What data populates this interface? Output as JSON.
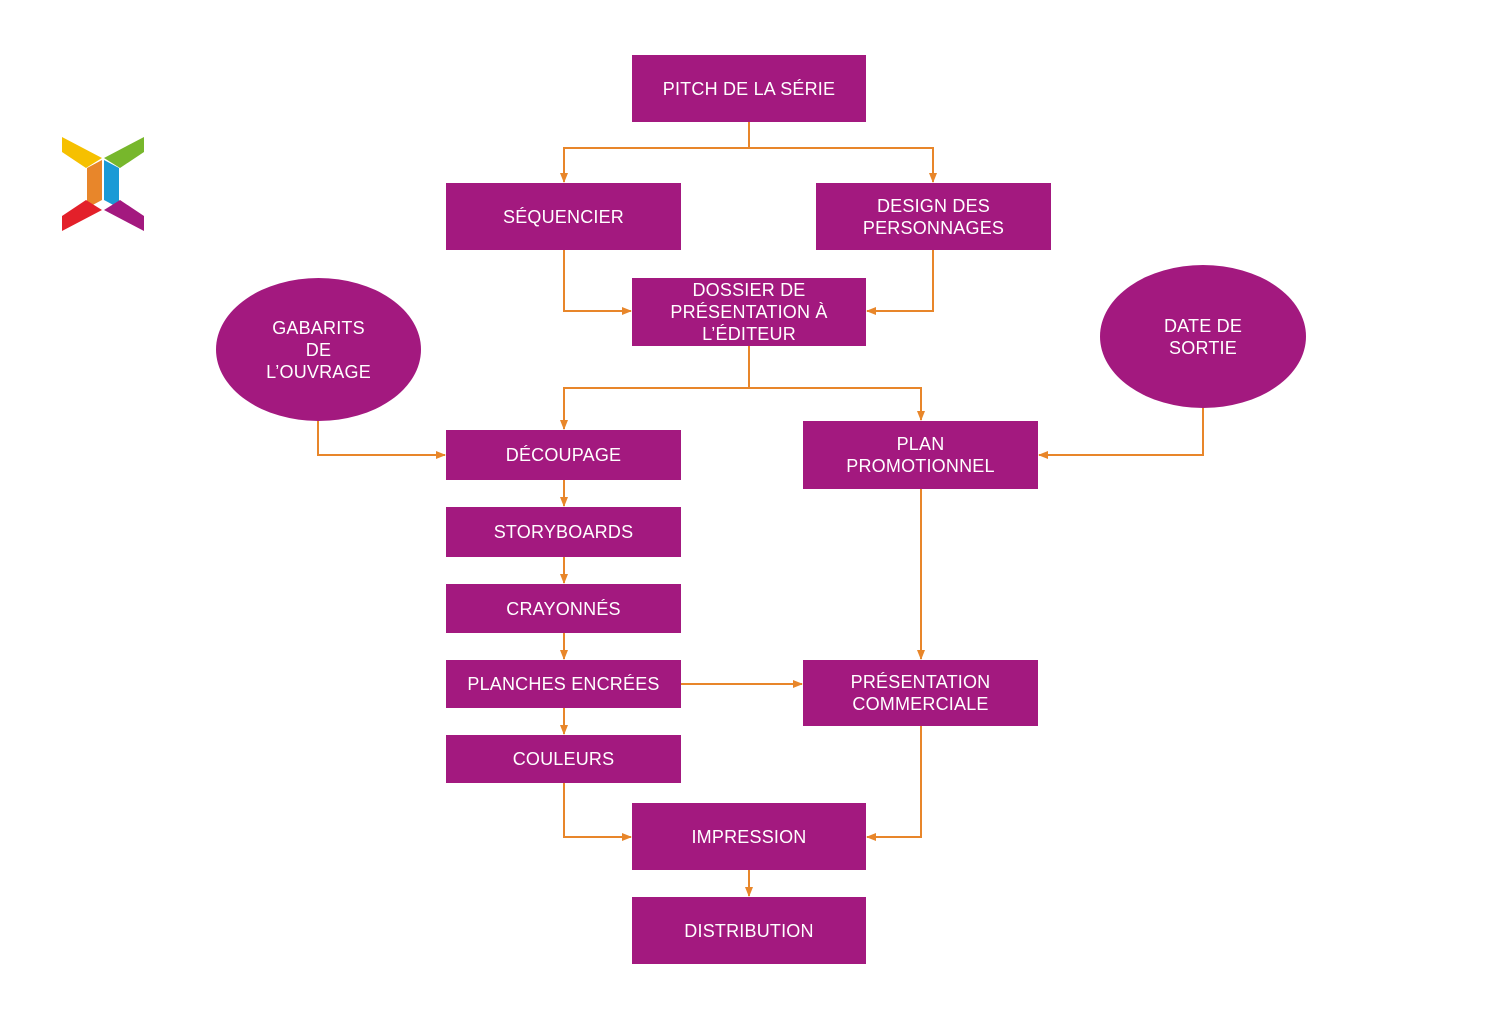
{
  "colors": {
    "box": "#a3197f",
    "connector": "#e8862a",
    "background": "#ffffff",
    "logo": [
      "#f6c000",
      "#77b72c",
      "#e8862a",
      "#1b9ad6",
      "#e3202a",
      "#a3197f"
    ]
  },
  "logo": {
    "icon": "x-logo-icon"
  },
  "nodes": {
    "pitch": "PITCH DE LA SÉRIE",
    "sequencier": "SÉQUENCIER",
    "design": "DESIGN DES\nPERSONNAGES",
    "dossier": "DOSSIER DE\nPRÉSENTATION À\nL’ÉDITEUR",
    "gabarits": "GABARITS\nDE\nL’OUVRAGE",
    "date": "DATE DE\nSORTIE",
    "decoupage": "DÉCOUPAGE",
    "plan": "PLAN\nPROMOTIONNEL",
    "storyboards": "STORYBOARDS",
    "crayonnes": "CRAYONNÉS",
    "planches": "PLANCHES ENCRÉES",
    "presentation": "PRÉSENTATION\nCOMMERCIALE",
    "couleurs": "COULEURS",
    "impression": "IMPRESSION",
    "distribution": "DISTRIBUTION"
  },
  "edges": [
    [
      "pitch",
      "sequencier"
    ],
    [
      "pitch",
      "design"
    ],
    [
      "sequencier",
      "dossier"
    ],
    [
      "design",
      "dossier"
    ],
    [
      "dossier",
      "decoupage"
    ],
    [
      "dossier",
      "plan"
    ],
    [
      "gabarits",
      "decoupage"
    ],
    [
      "date",
      "plan"
    ],
    [
      "decoupage",
      "storyboards"
    ],
    [
      "storyboards",
      "crayonnes"
    ],
    [
      "crayonnes",
      "planches"
    ],
    [
      "planches",
      "couleurs"
    ],
    [
      "planches",
      "presentation"
    ],
    [
      "plan",
      "presentation"
    ],
    [
      "couleurs",
      "impression"
    ],
    [
      "presentation",
      "impression"
    ],
    [
      "impression",
      "distribution"
    ]
  ]
}
